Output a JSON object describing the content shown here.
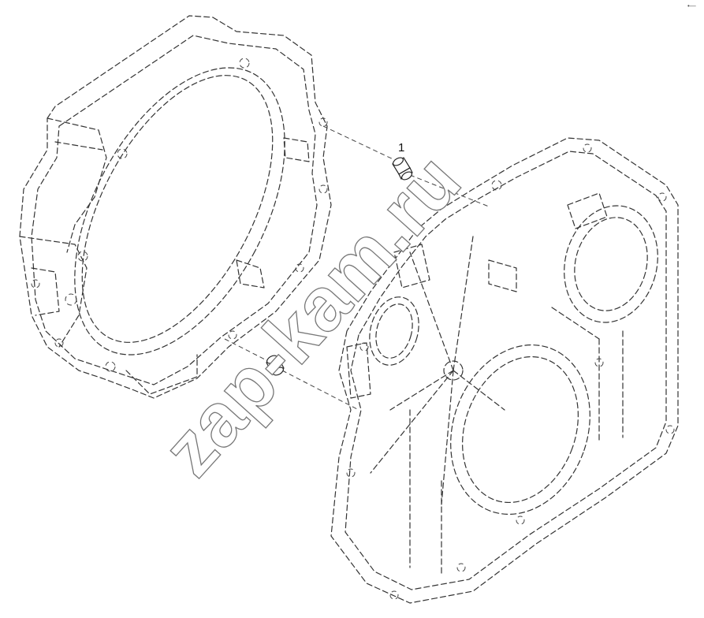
{
  "callouts": [
    {
      "label": "1",
      "target": "dowel-pin-upper"
    }
  ],
  "watermark": "zap-kam.ru",
  "corner_mark": "•—"
}
